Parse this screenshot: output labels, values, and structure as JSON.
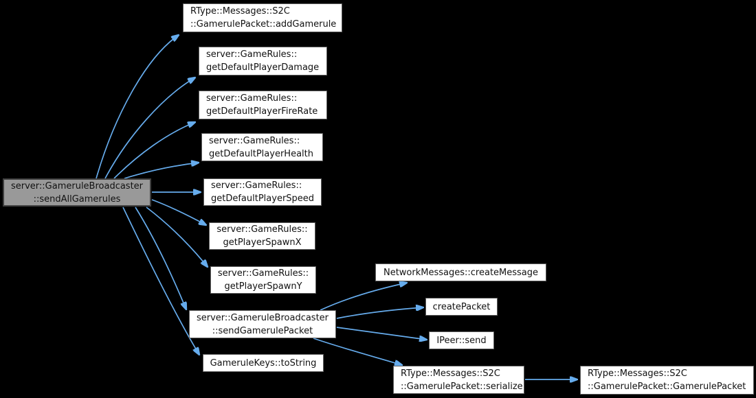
{
  "diagram_type": "doxygen-call-graph",
  "colors": {
    "background": "#000000",
    "edge": "#66aced",
    "node_fill": "#ffffff",
    "node_border": "#606060",
    "highlight_fill": "#999999",
    "highlight_border": "#404040",
    "text": "#111111"
  },
  "nodes": [
    {
      "id": "sendAllGamerules",
      "label": "server::GameruleBroadcaster::sendAllGamerules",
      "line1": "server::GameruleBroadcaster",
      "line2": "::sendAllGamerules",
      "highlighted": true
    },
    {
      "id": "addGamerule",
      "label": "RType::Messages::S2C::GamerulePacket::addGamerule",
      "line1": "RType::Messages::S2C",
      "line2": "::GamerulePacket::addGamerule",
      "highlighted": false
    },
    {
      "id": "getDefaultPlayerDamage",
      "label": "server::GameRules::getDefaultPlayerDamage",
      "line1": "server::GameRules::",
      "line2": "getDefaultPlayerDamage",
      "highlighted": false
    },
    {
      "id": "getDefaultPlayerFireRate",
      "label": "server::GameRules::getDefaultPlayerFireRate",
      "line1": "server::GameRules::",
      "line2": "getDefaultPlayerFireRate",
      "highlighted": false
    },
    {
      "id": "getDefaultPlayerHealth",
      "label": "server::GameRules::getDefaultPlayerHealth",
      "line1": "server::GameRules::",
      "line2": "getDefaultPlayerHealth",
      "highlighted": false
    },
    {
      "id": "getDefaultPlayerSpeed",
      "label": "server::GameRules::getDefaultPlayerSpeed",
      "line1": "server::GameRules::",
      "line2": "getDefaultPlayerSpeed",
      "highlighted": false
    },
    {
      "id": "getPlayerSpawnX",
      "label": "server::GameRules::getPlayerSpawnX",
      "line1": "server::GameRules::",
      "line2": "getPlayerSpawnX",
      "highlighted": false
    },
    {
      "id": "getPlayerSpawnY",
      "label": "server::GameRules::getPlayerSpawnY",
      "line1": "server::GameRules::",
      "line2": "getPlayerSpawnY",
      "highlighted": false
    },
    {
      "id": "sendGamerulePacket",
      "label": "server::GameruleBroadcaster::sendGamerulePacket",
      "line1": "server::GameruleBroadcaster",
      "line2": "::sendGamerulePacket",
      "highlighted": false
    },
    {
      "id": "toString",
      "label": "GameruleKeys::toString",
      "line1": "GameruleKeys::toString",
      "line2": "",
      "highlighted": false
    },
    {
      "id": "createMessage",
      "label": "NetworkMessages::createMessage",
      "line1": "NetworkMessages::createMessage",
      "line2": "",
      "highlighted": false
    },
    {
      "id": "createPacket",
      "label": "createPacket",
      "line1": "createPacket",
      "line2": "",
      "highlighted": false
    },
    {
      "id": "send",
      "label": "IPeer::send",
      "line1": "IPeer::send",
      "line2": "",
      "highlighted": false
    },
    {
      "id": "serialize",
      "label": "RType::Messages::S2C::GamerulePacket::serialize",
      "line1": "RType::Messages::S2C",
      "line2": "::GamerulePacket::serialize",
      "highlighted": false
    },
    {
      "id": "GamerulePacket",
      "label": "RType::Messages::S2C::GamerulePacket::GamerulePacket",
      "line1": "RType::Messages::S2C",
      "line2": "::GamerulePacket::GamerulePacket",
      "highlighted": false
    }
  ],
  "edges": [
    {
      "from": "sendAllGamerules",
      "to": "addGamerule"
    },
    {
      "from": "sendAllGamerules",
      "to": "getDefaultPlayerDamage"
    },
    {
      "from": "sendAllGamerules",
      "to": "getDefaultPlayerFireRate"
    },
    {
      "from": "sendAllGamerules",
      "to": "getDefaultPlayerHealth"
    },
    {
      "from": "sendAllGamerules",
      "to": "getDefaultPlayerSpeed"
    },
    {
      "from": "sendAllGamerules",
      "to": "getPlayerSpawnX"
    },
    {
      "from": "sendAllGamerules",
      "to": "getPlayerSpawnY"
    },
    {
      "from": "sendAllGamerules",
      "to": "sendGamerulePacket"
    },
    {
      "from": "sendAllGamerules",
      "to": "toString"
    },
    {
      "from": "sendGamerulePacket",
      "to": "createMessage"
    },
    {
      "from": "sendGamerulePacket",
      "to": "createPacket"
    },
    {
      "from": "sendGamerulePacket",
      "to": "send"
    },
    {
      "from": "sendGamerulePacket",
      "to": "serialize"
    },
    {
      "from": "serialize",
      "to": "GamerulePacket"
    }
  ]
}
